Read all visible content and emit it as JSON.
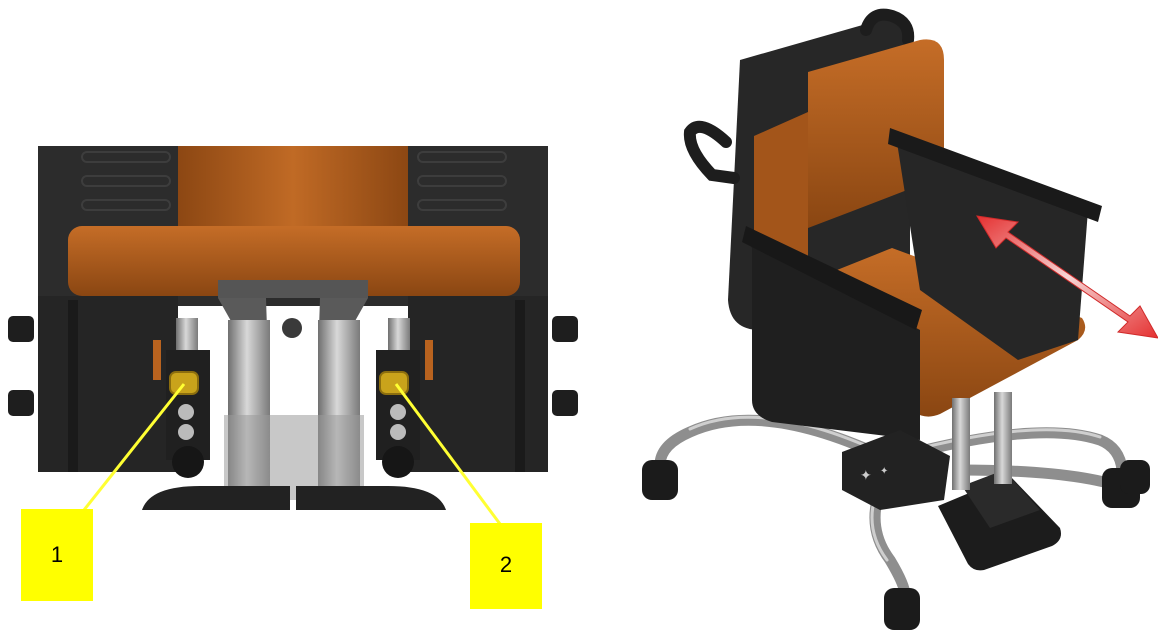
{
  "callouts": [
    {
      "label": "1",
      "target": "left-adjustment-knob"
    },
    {
      "label": "2",
      "target": "right-adjustment-knob"
    }
  ],
  "colors": {
    "callout_fill": "#ffff00",
    "callout_line": "#ffff33",
    "upholstery": "#b9631f",
    "frame": "#2b2b2b",
    "knob": "#c9a31b",
    "arrow": "#ee3b3b",
    "chrome": "#a8a8a8"
  },
  "icons": {
    "arrow": "double-headed-arrow",
    "caster": "caster-wheel"
  }
}
